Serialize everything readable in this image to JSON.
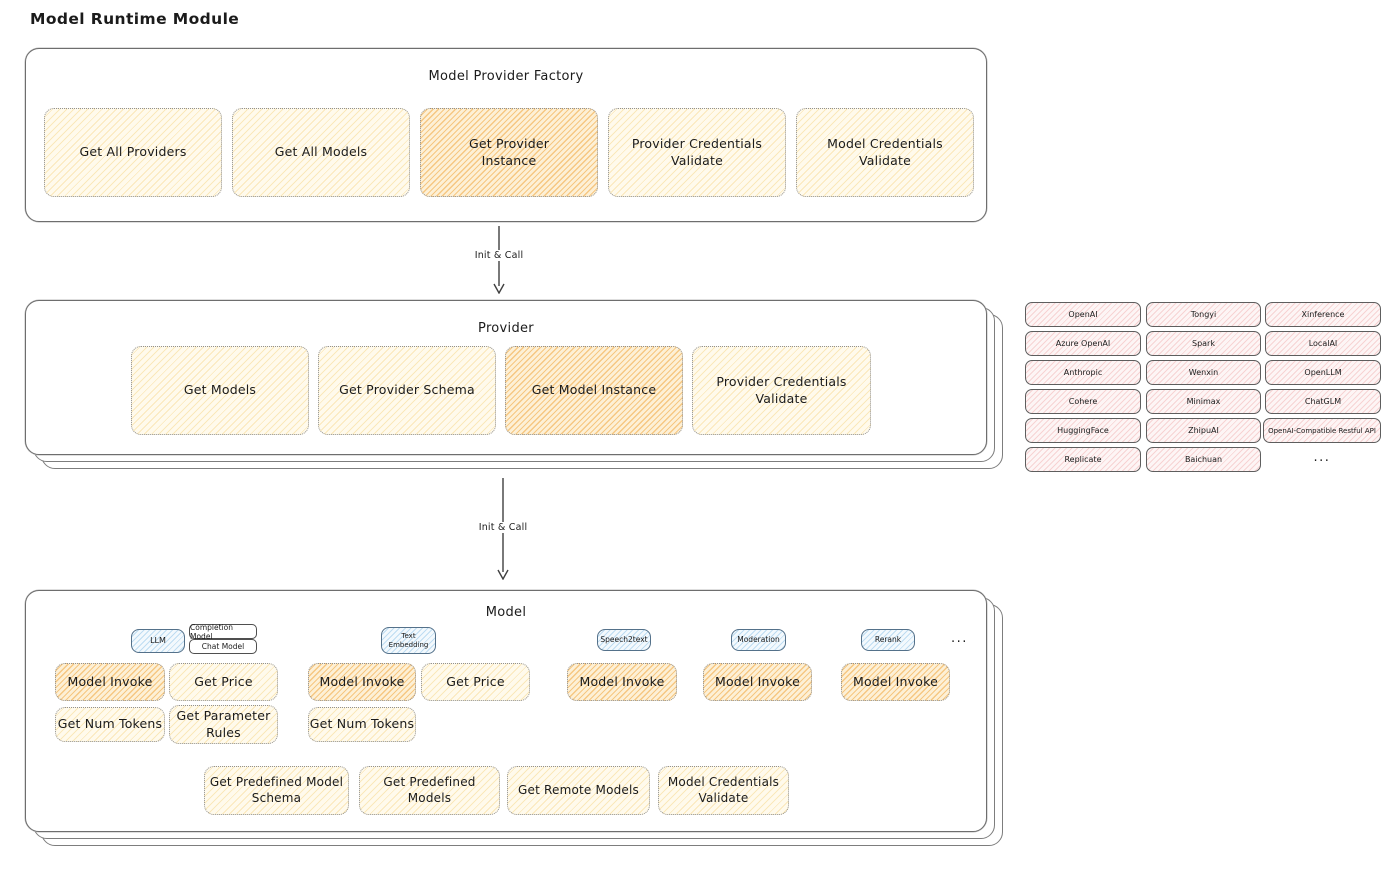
{
  "page": {
    "title": "Model Runtime Module"
  },
  "colors": {
    "yellow_fill": "#fffaec",
    "orange_highlight": "#f0a63c",
    "blue_tag": "#f3f9fd",
    "pink_chip": "#fdf5f5",
    "container_border": "#6e6e6e",
    "arrow": "#3f3f3f"
  },
  "arrows": [
    {
      "label": "Init & Call"
    },
    {
      "label": "Init & Call"
    }
  ],
  "factory": {
    "title": "Model Provider Factory",
    "boxes": [
      {
        "label": "Get All Providers",
        "highlight": false
      },
      {
        "label": "Get All Models",
        "highlight": false
      },
      {
        "label": "Get Provider\nInstance",
        "highlight": true
      },
      {
        "label": "Provider Credentials\nValidate",
        "highlight": false
      },
      {
        "label": "Model Credentials\nValidate",
        "highlight": false
      }
    ]
  },
  "provider": {
    "title": "Provider",
    "boxes": [
      {
        "label": "Get Models",
        "highlight": false
      },
      {
        "label": "Get Provider Schema",
        "highlight": false
      },
      {
        "label": "Get Model Instance",
        "highlight": true
      },
      {
        "label": "Provider Credentials\nValidate",
        "highlight": false
      }
    ]
  },
  "providers_grid": {
    "items": [
      {
        "label": "OpenAI"
      },
      {
        "label": "Tongyi"
      },
      {
        "label": "Xinference"
      },
      {
        "label": "Azure OpenAI"
      },
      {
        "label": "Spark"
      },
      {
        "label": "LocalAI"
      },
      {
        "label": "Anthropic"
      },
      {
        "label": "Wenxin"
      },
      {
        "label": "OpenLLM"
      },
      {
        "label": "Cohere"
      },
      {
        "label": "Minimax"
      },
      {
        "label": "ChatGLM"
      },
      {
        "label": "HuggingFace"
      },
      {
        "label": "ZhipuAI"
      },
      {
        "label": "OpenAI-Compatible Restful API"
      },
      {
        "label": "Replicate"
      },
      {
        "label": "Baichuan"
      }
    ],
    "more": "..."
  },
  "model": {
    "title": "Model",
    "groups": [
      {
        "tag": "LLM",
        "subtags": [
          "Completion Model",
          "Chat Model"
        ],
        "ops": [
          {
            "label": "Model Invoke",
            "highlight": true
          },
          {
            "label": "Get Price",
            "highlight": false
          },
          {
            "label": "Get Num Tokens",
            "highlight": false
          },
          {
            "label": "Get Parameter\nRules",
            "highlight": false
          }
        ]
      },
      {
        "tag": "Text\nEmbedding",
        "ops": [
          {
            "label": "Model Invoke",
            "highlight": true
          },
          {
            "label": "Get Price",
            "highlight": false
          },
          {
            "label": "Get Num Tokens",
            "highlight": false
          }
        ]
      },
      {
        "tag": "Speech2text",
        "ops": [
          {
            "label": "Model Invoke",
            "highlight": true
          }
        ]
      },
      {
        "tag": "Moderation",
        "ops": [
          {
            "label": "Model Invoke",
            "highlight": true
          }
        ]
      },
      {
        "tag": "Rerank",
        "ops": [
          {
            "label": "Model Invoke",
            "highlight": true
          }
        ]
      }
    ],
    "more": "...",
    "common_ops": [
      {
        "label": "Get Predefined Model\nSchema"
      },
      {
        "label": "Get Predefined\nModels"
      },
      {
        "label": "Get Remote Models"
      },
      {
        "label": "Model Credentials\nValidate"
      }
    ]
  }
}
